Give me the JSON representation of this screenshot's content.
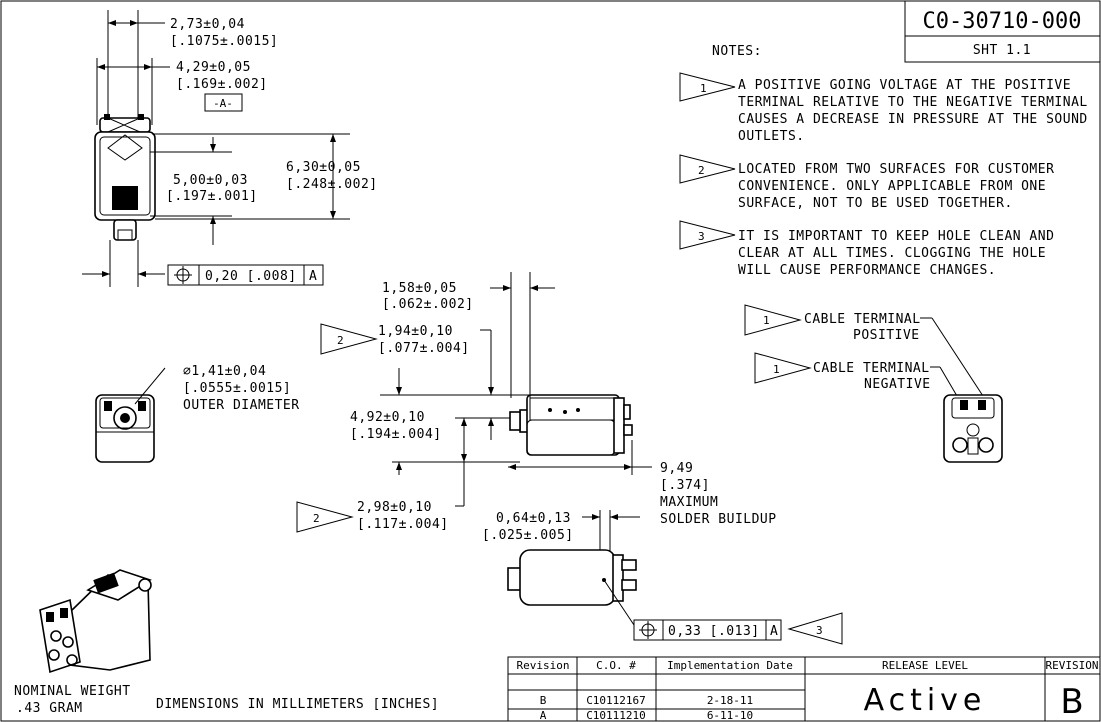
{
  "title_block": {
    "drawing_number": "C0-30710-000",
    "sheet": "SHT 1.1"
  },
  "notes": {
    "header": "NOTES:",
    "items": [
      {
        "flag": "1",
        "lines": [
          "A POSITIVE GOING VOLTAGE AT THE POSITIVE",
          "TERMINAL RELATIVE TO THE NEGATIVE TERMINAL",
          "CAUSES A DECREASE IN PRESSURE AT THE SOUND",
          "OUTLETS."
        ]
      },
      {
        "flag": "2",
        "lines": [
          "LOCATED FROM TWO SURFACES FOR CUSTOMER",
          "CONVENIENCE.  ONLY APPLICABLE FROM ONE",
          "SURFACE, NOT TO BE USED TOGETHER."
        ]
      },
      {
        "flag": "3",
        "lines": [
          "IT IS IMPORTANT TO KEEP HOLE CLEAN AND",
          "CLEAR AT ALL TIMES.  CLOGGING THE HOLE",
          "WILL CAUSE PERFORMANCE CHANGES."
        ]
      }
    ]
  },
  "cable_labels": {
    "positive": {
      "flag": "1",
      "line1": "CABLE TERMINAL",
      "line2": "POSITIVE"
    },
    "negative": {
      "flag": "1",
      "line1": "CABLE TERMINAL",
      "line2": "NEGATIVE"
    }
  },
  "dimensions": {
    "d273": [
      "2,73±0,04",
      "[.1075±.0015]"
    ],
    "d429": [
      "4,29±0,05",
      "[.169±.002]"
    ],
    "datum_a": "-A-",
    "d500": [
      "5,00±0,03",
      "[.197±.001]"
    ],
    "d630": [
      "6,30±0,05",
      "[.248±.002]"
    ],
    "fcf1": {
      "symbol": "⌖",
      "tol": "0,20 [.008]",
      "datum": "A"
    },
    "d158": [
      "1,58±0,05",
      "[.062±.002]"
    ],
    "d194": [
      "1,94±0,10",
      "[.077±.004]"
    ],
    "d194_flag": "2",
    "d141": [
      "∅1,41±0,04",
      "[.0555±.0015]",
      "OUTER DIAMETER"
    ],
    "d492": [
      "4,92±0,10",
      "[.194±.004]"
    ],
    "d949": [
      "9,49",
      "[.374]",
      "MAXIMUM",
      "SOLDER BUILDUP"
    ],
    "d298": [
      "2,98±0,10",
      "[.117±.004]"
    ],
    "d298_flag": "2",
    "d064": [
      "0,64±0,13",
      "[.025±.005]"
    ],
    "fcf2": {
      "symbol": "⌖",
      "tol": "0,33 [.013]",
      "datum": "A",
      "flag": "3"
    }
  },
  "footer": {
    "weight_label": "NOMINAL WEIGHT",
    "weight_value": ".43 GRAM",
    "units_note": "DIMENSIONS IN MILLIMETERS [INCHES]"
  },
  "revision_table": {
    "headers": [
      "Revision",
      "C.O. #",
      "Implementation Date"
    ],
    "rows": [
      [
        "B",
        "C10112167",
        "2-18-11"
      ],
      [
        "A",
        "C10111210",
        "6-11-10"
      ]
    ],
    "release_level_label": "RELEASE LEVEL",
    "release_level_value": "Active",
    "revision_label": "REVISION",
    "revision_value": "B"
  }
}
